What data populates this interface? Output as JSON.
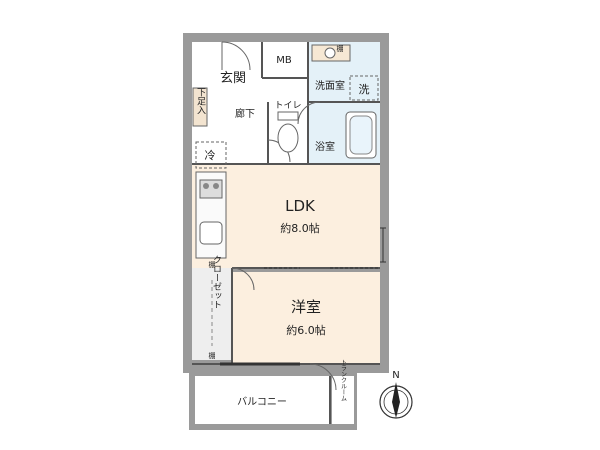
{
  "rooms": {
    "genkan": "玄関",
    "mb": "MB",
    "senmenjo": "洗面室",
    "sentakuki": "洗",
    "rouka": "廊下",
    "getabako": "下足入",
    "toilet": "トイレ",
    "yokushitsu": "浴室",
    "reizouko": "冷",
    "ldk": "LDK",
    "ldk_size": "約8.0帖",
    "tana_upper": "棚",
    "tana_lower": "棚",
    "tana_sink": "棚",
    "closet": "クローゼット",
    "youshitsu": "洋室",
    "youshitsu_size": "約6.0帖",
    "balcony": "バルコニー",
    "trunk_room": "トランクルーム"
  },
  "compass": {
    "north": "N"
  },
  "colors": {
    "wall": "#9a9a9a",
    "wood_floor": "#fcefdf",
    "tile_floor": "#e4f1f8",
    "plain_floor": "#ffffff",
    "closet_floor": "#eeeeee",
    "line": "#555555"
  }
}
